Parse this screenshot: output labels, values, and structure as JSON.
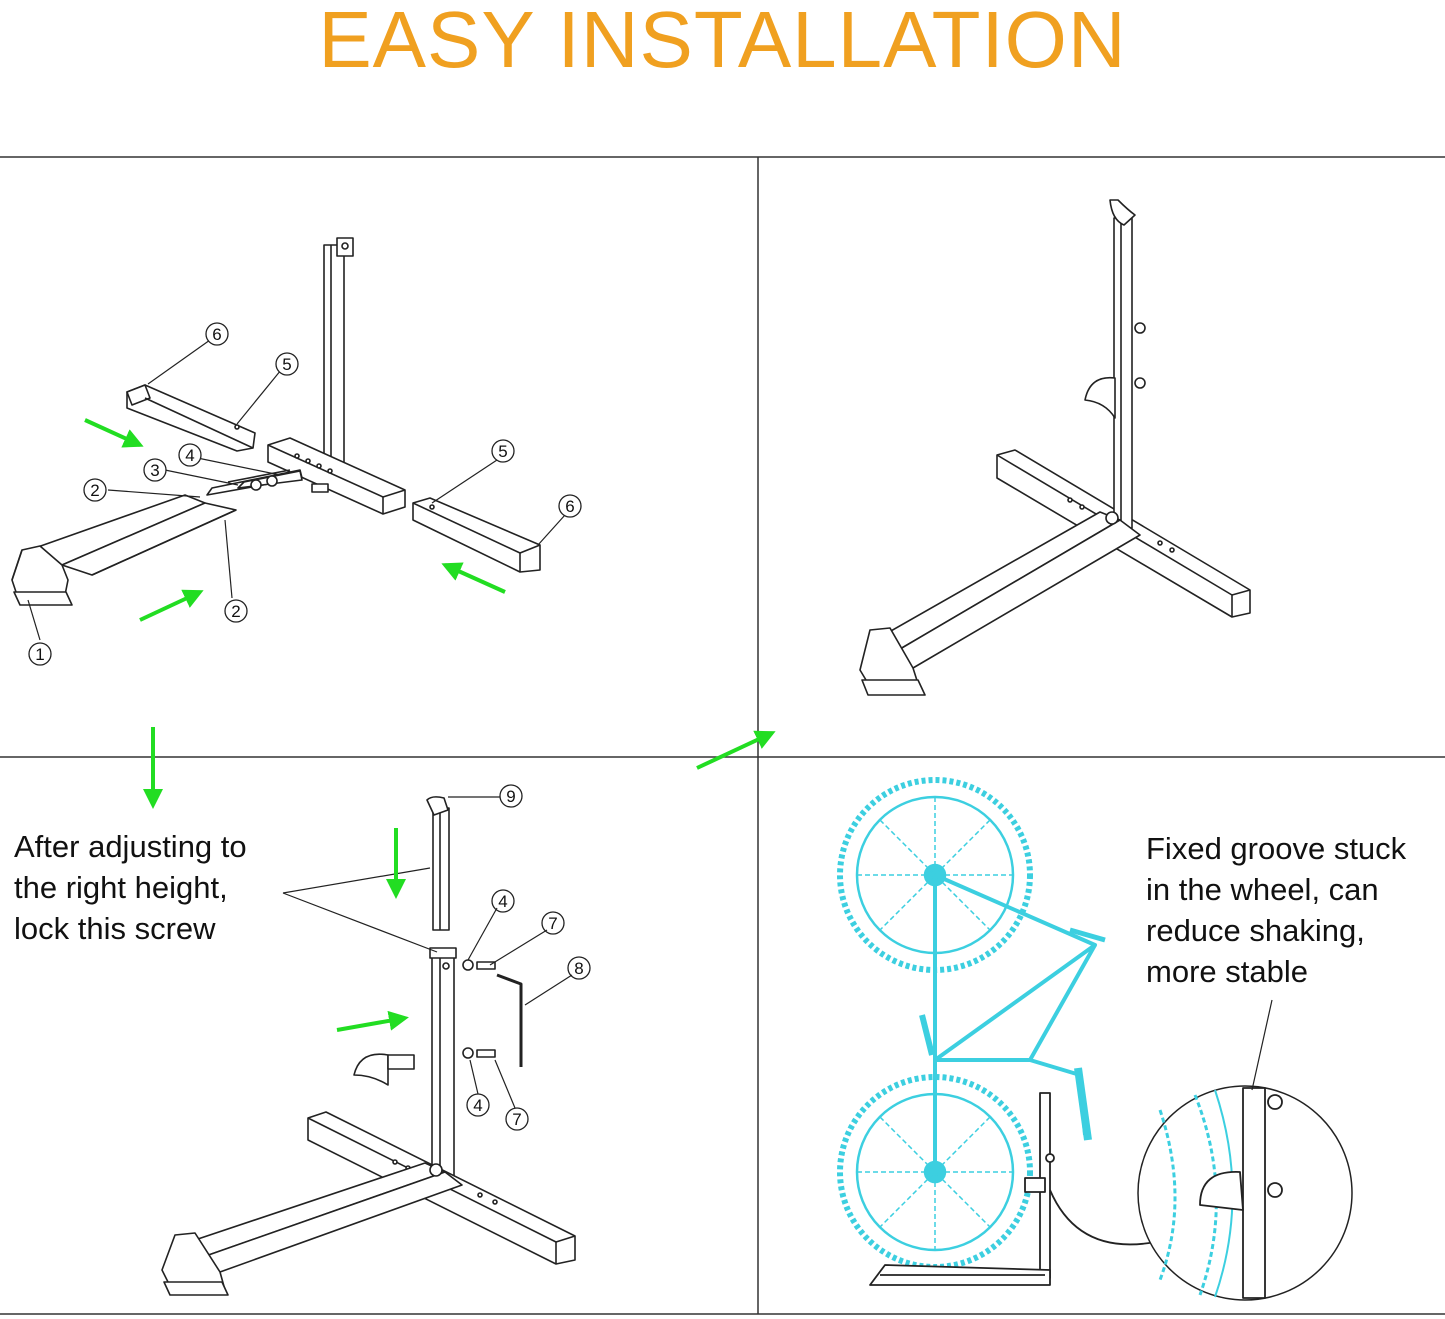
{
  "title": "EASY INSTALLATION",
  "colors": {
    "title": "#f0a020",
    "arrow": "#22dd22",
    "bike": "#3ccfe0",
    "line": "#222222"
  },
  "callouts": {
    "c1": "1",
    "c2a": "2",
    "c2b": "2",
    "c3": "3",
    "c4a": "4",
    "c5a": "5",
    "c5b": "5",
    "c6a": "6",
    "c6b": "6",
    "c9": "9",
    "c4b": "4",
    "c7a": "7",
    "c8": "8",
    "c4c": "4",
    "c7b": "7"
  },
  "notes": {
    "lock": [
      "After adjusting to",
      "the right height,",
      "lock this screw"
    ],
    "groove": [
      "Fixed groove stuck",
      "in the wheel, can",
      "reduce shaking,",
      "more stable"
    ]
  }
}
